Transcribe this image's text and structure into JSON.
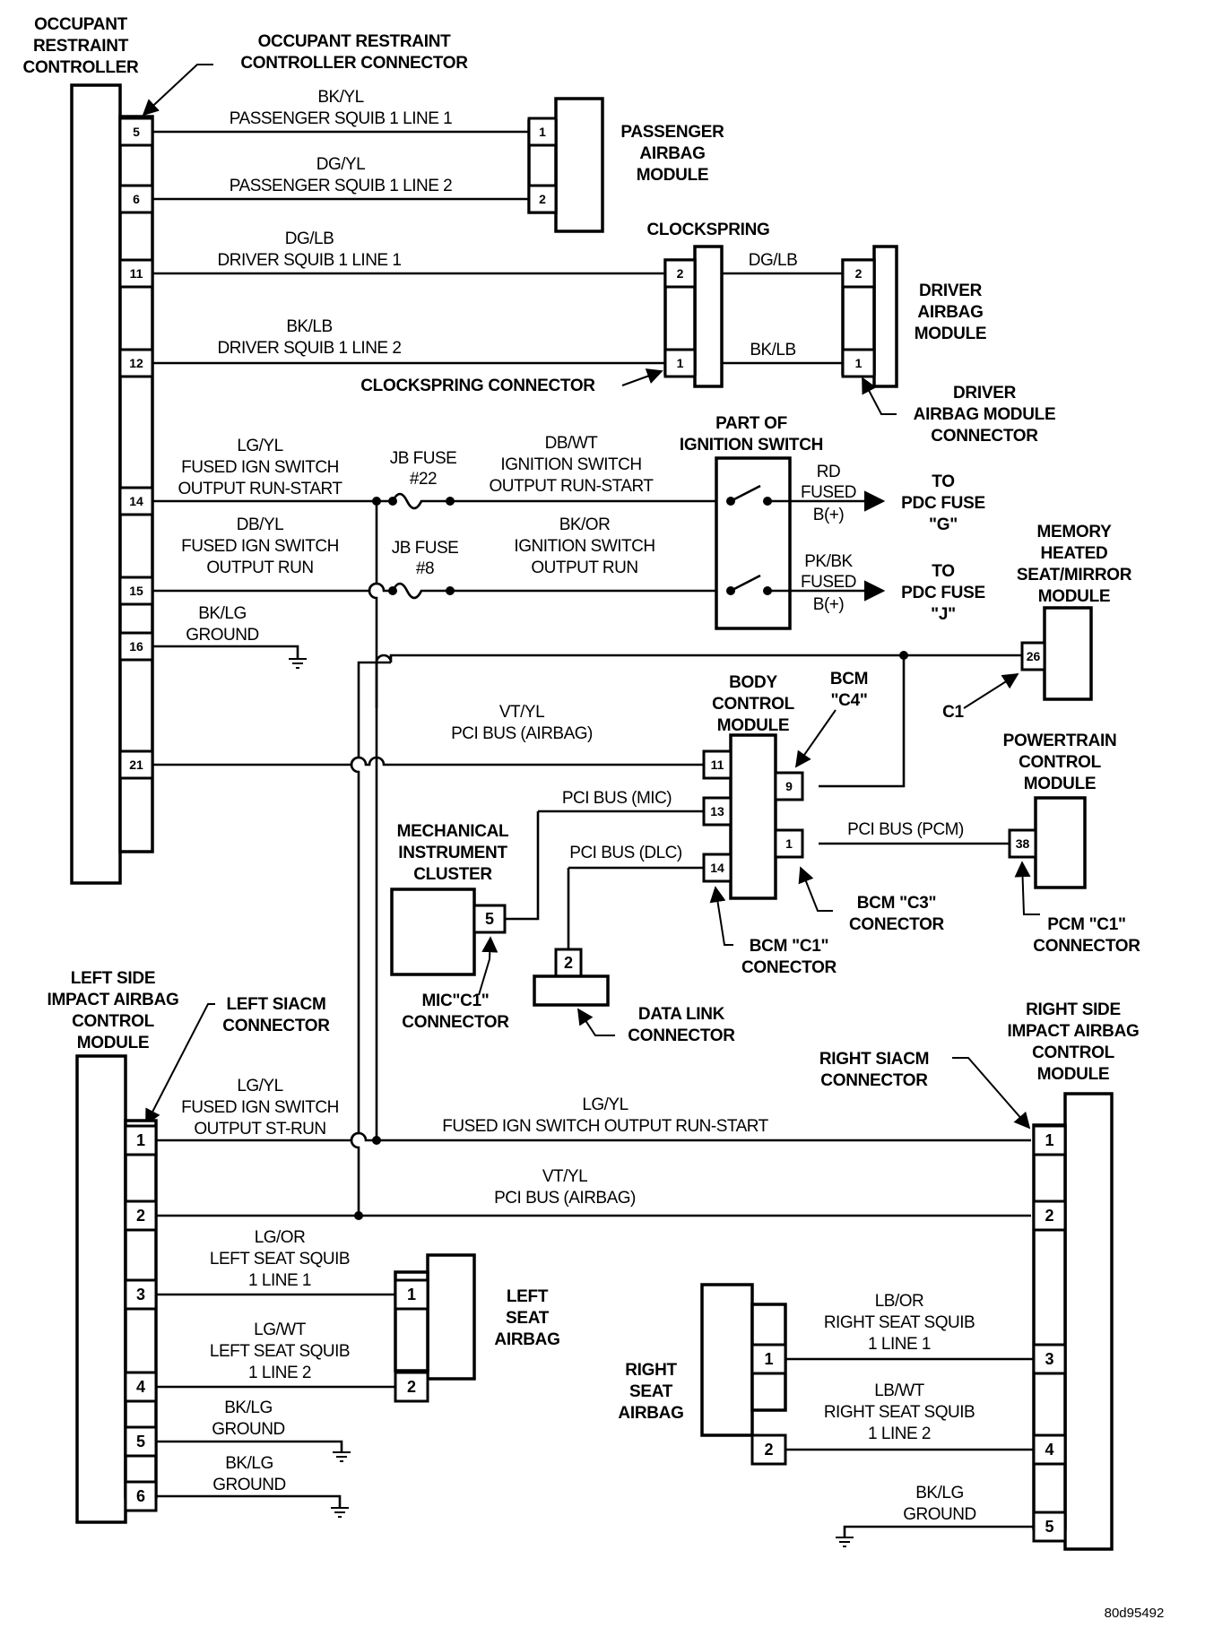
{
  "diagram_id": "80d95492",
  "components": {
    "orc": {
      "title": [
        "OCCUPANT",
        "RESTRAINT",
        "CONTROLLER"
      ],
      "connector_label": [
        "OCCUPANT RESTRAINT",
        "CONTROLLER CONNECTOR"
      ],
      "pins": [
        "5",
        "6",
        "11",
        "12",
        "14",
        "15",
        "16",
        "21"
      ]
    },
    "passenger_airbag": {
      "title": [
        "PASSENGER",
        "AIRBAG",
        "MODULE"
      ],
      "pins": [
        "1",
        "2"
      ]
    },
    "clockspring": {
      "title": "CLOCKSPRING",
      "connector_label": "CLOCKSPRING CONNECTOR",
      "pins": [
        "2",
        "1"
      ]
    },
    "driver_airbag": {
      "title": [
        "DRIVER",
        "AIRBAG",
        "MODULE"
      ],
      "connector_label": [
        "DRIVER",
        "AIRBAG MODULE",
        "CONNECTOR"
      ],
      "pins": [
        "2",
        "1"
      ]
    },
    "ignition_switch": {
      "title": [
        "PART OF",
        "IGNITION SWITCH"
      ]
    },
    "pdc_g": {
      "label": [
        "TO",
        "PDC FUSE",
        "\"G\""
      ]
    },
    "pdc_j": {
      "label": [
        "TO",
        "PDC FUSE",
        "\"J\""
      ]
    },
    "memory_module": {
      "title": [
        "MEMORY",
        "HEATED",
        "SEAT/MIRROR",
        "MODULE"
      ],
      "pin": "26",
      "connector_label": "C1"
    },
    "bcm": {
      "title": [
        "BODY",
        "CONTROL",
        "MODULE"
      ],
      "c4_label": [
        "BCM",
        "\"C4\""
      ],
      "c3_label": [
        "BCM \"C3\"",
        "CONECTOR"
      ],
      "c1_label": [
        "BCM \"C1\"",
        "CONECTOR"
      ],
      "pins_left": [
        "11",
        "13",
        "14"
      ],
      "pins_right": [
        "9",
        "1"
      ]
    },
    "pcm": {
      "title": [
        "POWERTRAIN",
        "CONTROL",
        "MODULE"
      ],
      "pin": "38",
      "connector_label": [
        "PCM \"C1\"",
        "CONNECTOR"
      ]
    },
    "mic": {
      "title": [
        "MECHANICAL",
        "INSTRUMENT",
        "CLUSTER"
      ],
      "pin": "5",
      "connector_label": [
        "MIC\"C1\"",
        "CONNECTOR"
      ]
    },
    "dlc": {
      "pin": "2",
      "label": [
        "DATA LINK",
        "CONNECTOR"
      ]
    },
    "left_siacm": {
      "title": [
        "LEFT SIDE",
        "IMPACT AIRBAG",
        "CONTROL",
        "MODULE"
      ],
      "connector_label": [
        "LEFT SIACM",
        "CONNECTOR"
      ],
      "pins": [
        "1",
        "2",
        "3",
        "4",
        "5",
        "6"
      ]
    },
    "left_seat_airbag": {
      "title": [
        "LEFT",
        "SEAT",
        "AIRBAG"
      ],
      "pins": [
        "1",
        "2"
      ]
    },
    "right_siacm": {
      "title": [
        "RIGHT SIDE",
        "IMPACT AIRBAG",
        "CONTROL",
        "MODULE"
      ],
      "connector_label": [
        "RIGHT SIACM",
        "CONNECTOR"
      ],
      "pins": [
        "1",
        "2",
        "3",
        "4",
        "5"
      ]
    },
    "right_seat_airbag": {
      "title": [
        "RIGHT",
        "SEAT",
        "AIRBAG"
      ],
      "pins": [
        "1",
        "2"
      ]
    }
  },
  "fuses": {
    "jb22": [
      "JB FUSE",
      "#22"
    ],
    "jb8": [
      "JB FUSE",
      "#8"
    ]
  },
  "wires": {
    "pass_l1": [
      "BK/YL",
      "PASSENGER SQUIB 1 LINE 1"
    ],
    "pass_l2": [
      "DG/YL",
      "PASSENGER SQUIB 1 LINE 2"
    ],
    "drv_l1": [
      "DG/LB",
      "DRIVER SQUIB 1 LINE 1"
    ],
    "drv_l2": [
      "BK/LB",
      "DRIVER SQUIB 1 LINE 2"
    ],
    "cs_dg": "DG/LB",
    "cs_bk": "BK/LB",
    "orc14": [
      "LG/YL",
      "FUSED IGN SWITCH",
      "OUTPUT RUN-START"
    ],
    "ign_rs": [
      "DB/WT",
      "IGNITION SWITCH",
      "OUTPUT RUN-START"
    ],
    "orc15": [
      "DB/YL",
      "FUSED IGN SWITCH",
      "OUTPUT RUN"
    ],
    "ign_run": [
      "BK/OR",
      "IGNITION SWITCH",
      "OUTPUT RUN"
    ],
    "rd_fused": [
      "RD",
      "FUSED",
      "B(+)"
    ],
    "pk_fused": [
      "PK/BK",
      "FUSED",
      "B(+)"
    ],
    "orc16": [
      "BK/LG",
      "GROUND"
    ],
    "pci_airbag": [
      "VT/YL",
      "PCI BUS (AIRBAG)"
    ],
    "pci_mic": "PCI BUS (MIC)",
    "pci_dlc": "PCI BUS (DLC)",
    "pci_pcm": "PCI BUS (PCM)",
    "lsi1": [
      "LG/YL",
      "FUSED IGN SWITCH",
      "OUTPUT ST-RUN"
    ],
    "rsi1": [
      "LG/YL",
      "FUSED IGN SWITCH OUTPUT RUN-START"
    ],
    "si2": [
      "VT/YL",
      "PCI BUS (AIRBAG)"
    ],
    "lsi3": [
      "LG/OR",
      "LEFT SEAT SQUIB",
      "1 LINE 1"
    ],
    "lsi4": [
      "LG/WT",
      "LEFT SEAT SQUIB",
      "1 LINE 2"
    ],
    "lsi5": [
      "BK/LG",
      "GROUND"
    ],
    "lsi6": [
      "BK/LG",
      "GROUND"
    ],
    "rsi3": [
      "LB/OR",
      "RIGHT SEAT SQUIB",
      "1 LINE 1"
    ],
    "rsi4": [
      "LB/WT",
      "RIGHT SEAT SQUIB",
      "1 LINE 2"
    ],
    "rsi5": [
      "BK/LG",
      "GROUND"
    ]
  }
}
